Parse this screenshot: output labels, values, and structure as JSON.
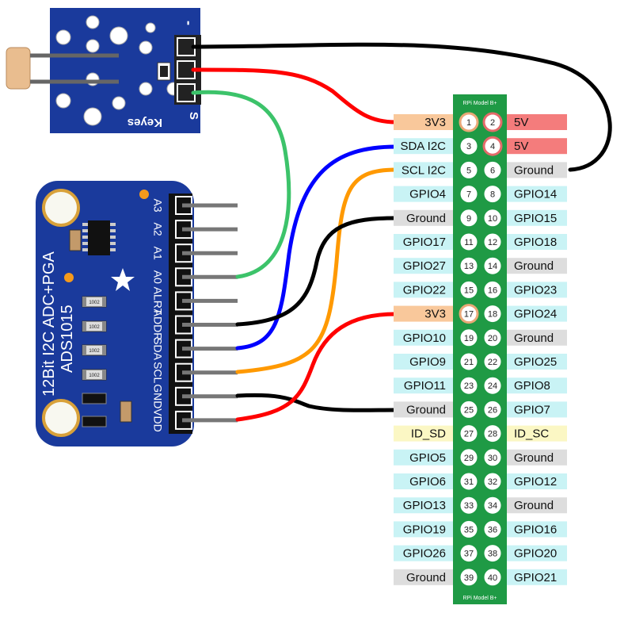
{
  "keyes": {
    "brand": "Keyes",
    "pin_minus": "-",
    "pin_s": "S"
  },
  "ads": {
    "title1": "12Bit I2C ADC+PGA",
    "title2": "ADS1015",
    "pins": [
      "A3",
      "A2",
      "A1",
      "A0",
      "ALRT",
      "ADDR",
      "SDA",
      "SCL",
      "GND",
      "VDD"
    ],
    "resistor": "1002"
  },
  "rpi": {
    "model_label": "RPi Model B+",
    "left": [
      "3V3",
      "SDA I2C",
      "SCL I2C",
      "GPIO4",
      "Ground",
      "GPIO17",
      "GPIO27",
      "GPIO22",
      "3V3",
      "GPIO10",
      "GPIO9",
      "GPIO11",
      "Ground",
      "ID_SD",
      "GPIO5",
      "GPIO6",
      "GPIO13",
      "GPIO19",
      "GPIO26",
      "Ground"
    ],
    "right": [
      "5V",
      "5V",
      "Ground",
      "GPIO14",
      "GPIO15",
      "GPIO18",
      "Ground",
      "GPIO23",
      "GPIO24",
      "Ground",
      "GPIO25",
      "GPIO8",
      "GPIO7",
      "ID_SC",
      "Ground",
      "GPIO12",
      "Ground",
      "GPIO16",
      "GPIO20",
      "GPIO21"
    ]
  },
  "colors": {
    "power3v3": "#f9c89b",
    "power5v": "#f47c7c",
    "ground": "#dddddd",
    "gpio": "#c9f3f5",
    "idpin": "#fbf7c4",
    "header_green": "#1f9a45",
    "board_blue": "#1a3a9c",
    "wire_red": "#ff0000",
    "wire_black": "#000000",
    "wire_green": "#3cc36a",
    "wire_blue": "#0000ff",
    "wire_orange": "#ff9900"
  }
}
